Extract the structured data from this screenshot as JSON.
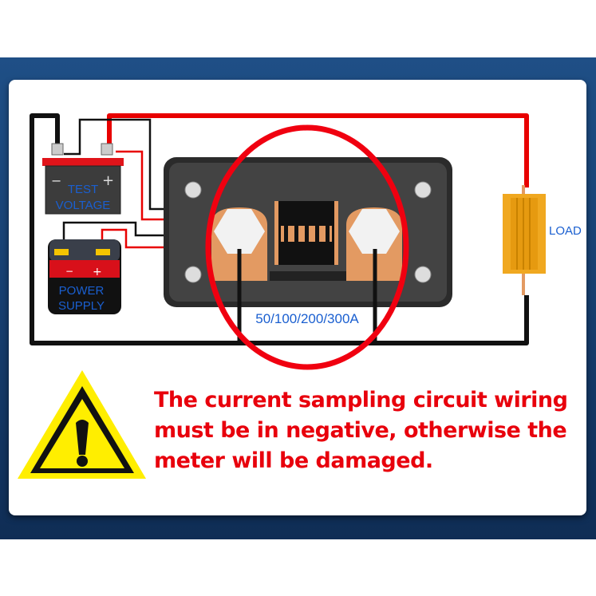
{
  "diagram": {
    "test_voltage_label": [
      "TEST",
      "VOLTAGE"
    ],
    "power_supply_label": [
      "POWER",
      "SUPPLY"
    ],
    "load_label": "LOAD",
    "shunt_rating_label": "50/100/200/300A",
    "battery_minus": "−",
    "battery_plus": "+"
  },
  "warning": {
    "lines": [
      "The current sampling circuit wiring",
      "must be in negative, otherwise the",
      "meter will be damaged."
    ],
    "icon": "warning-triangle-icon"
  },
  "colors": {
    "wire_red": "#e80000",
    "wire_black": "#111111",
    "warning_text": "#e8000c",
    "label_blue": "#1a5fd0",
    "warning_yellow": "#ffee00"
  }
}
